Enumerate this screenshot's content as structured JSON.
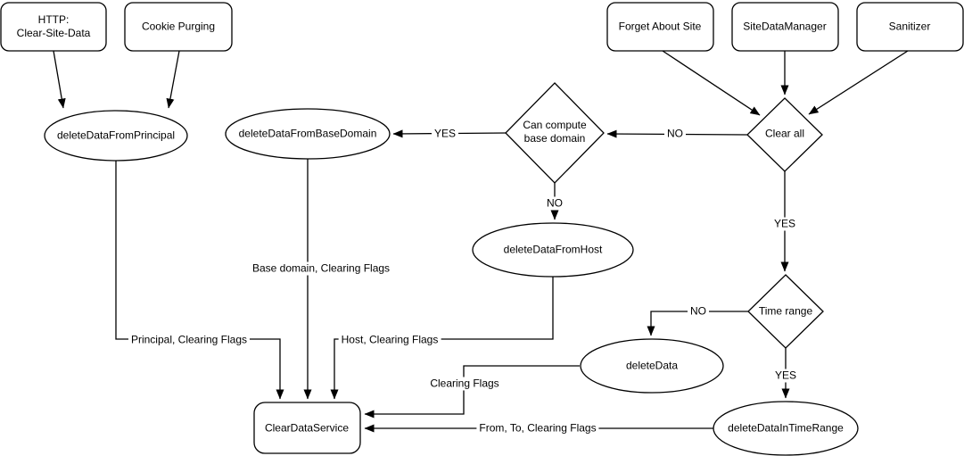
{
  "diagram": {
    "background_color": "#ffffff",
    "stroke_color": "#000000",
    "nodes": {
      "http_clear_site_data": {
        "label": "HTTP:\nClear-Site-Data",
        "shape": "rounded-rect"
      },
      "cookie_purging": {
        "label": "Cookie Purging",
        "shape": "rounded-rect"
      },
      "forget_about_site": {
        "label": "Forget About Site",
        "shape": "rounded-rect"
      },
      "site_data_manager": {
        "label": "SiteDataManager",
        "shape": "rounded-rect"
      },
      "sanitizer": {
        "label": "Sanitizer",
        "shape": "rounded-rect"
      },
      "delete_data_from_principal": {
        "label": "deleteDataFromPrincipal",
        "shape": "ellipse"
      },
      "delete_data_from_base_domain": {
        "label": "deleteDataFromBaseDomain",
        "shape": "ellipse"
      },
      "can_compute_base_domain": {
        "label": "Can compute\nbase domain",
        "shape": "diamond"
      },
      "clear_all": {
        "label": "Clear all",
        "shape": "diamond"
      },
      "delete_data_from_host": {
        "label": "deleteDataFromHost",
        "shape": "ellipse"
      },
      "time_range": {
        "label": "Time range",
        "shape": "diamond"
      },
      "delete_data": {
        "label": "deleteData",
        "shape": "ellipse"
      },
      "delete_data_in_time_range": {
        "label": "deleteDataInTimeRange",
        "shape": "ellipse"
      },
      "clear_data_service": {
        "label": "ClearDataService",
        "shape": "rounded-rect"
      }
    },
    "edge_labels": {
      "clear_all_no": "NO",
      "clear_all_yes": "YES",
      "can_compute_yes": "YES",
      "can_compute_no": "NO",
      "time_range_no": "NO",
      "time_range_yes": "YES",
      "principal_flags": "Principal, Clearing Flags",
      "base_domain_flags": "Base domain, Clearing Flags",
      "host_flags": "Host, Clearing Flags",
      "clearing_flags": "Clearing Flags",
      "from_to_flags": "From, To, Clearing Flags"
    }
  }
}
